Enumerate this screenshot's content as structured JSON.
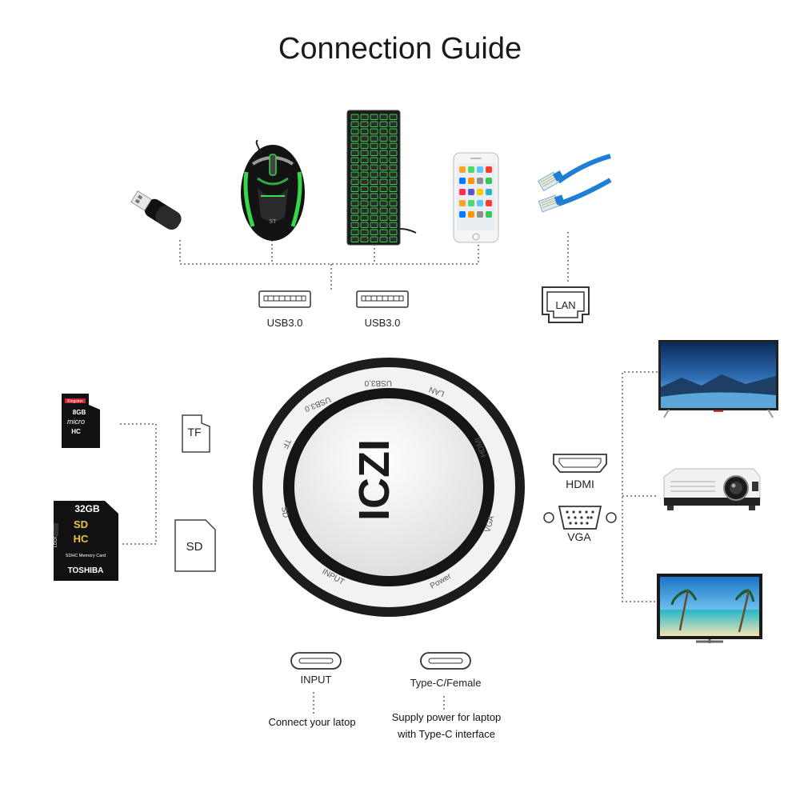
{
  "title": "Connection Guide",
  "ports": {
    "usb1": "USB3.0",
    "usb2": "USB3.0",
    "lan": "LAN",
    "tf": "TF",
    "sd": "SD",
    "hdmi": "HDMI",
    "vga": "VGA",
    "input": "INPUT",
    "typec": "Type-C/Female"
  },
  "hub": {
    "logo": "ICZI",
    "ring": {
      "usb_a": "USB3.0",
      "usb_b": "USB3.0",
      "lan": "LAN",
      "hdmi": "HDMI",
      "vga": "VGA",
      "power": "Power",
      "input": "INPUT",
      "sd": "SD",
      "tf": "TF"
    }
  },
  "captions": {
    "input_desc": "Connect your latop",
    "power_desc_1": "Supply power for laptop",
    "power_desc_2": "with Type-C interface"
  },
  "cards": {
    "micro_brand": "Kingston",
    "micro_size": "8GB",
    "micro_type": "micro",
    "micro_hc": "HC",
    "sd_size": "32GB",
    "sd_logo": "SD",
    "sd_hc": "HC",
    "sd_desc": "SDHC Memory Card",
    "sd_brand": "TOSHIBA",
    "sd_lock": "LOCK"
  },
  "colors": {
    "ring_dark": "#1c1c1c",
    "ring_light": "#f2f2f2",
    "keyboard_glow": "#39d24a",
    "cable_blue": "#1f7fd4",
    "dotted_line": "#666666"
  }
}
